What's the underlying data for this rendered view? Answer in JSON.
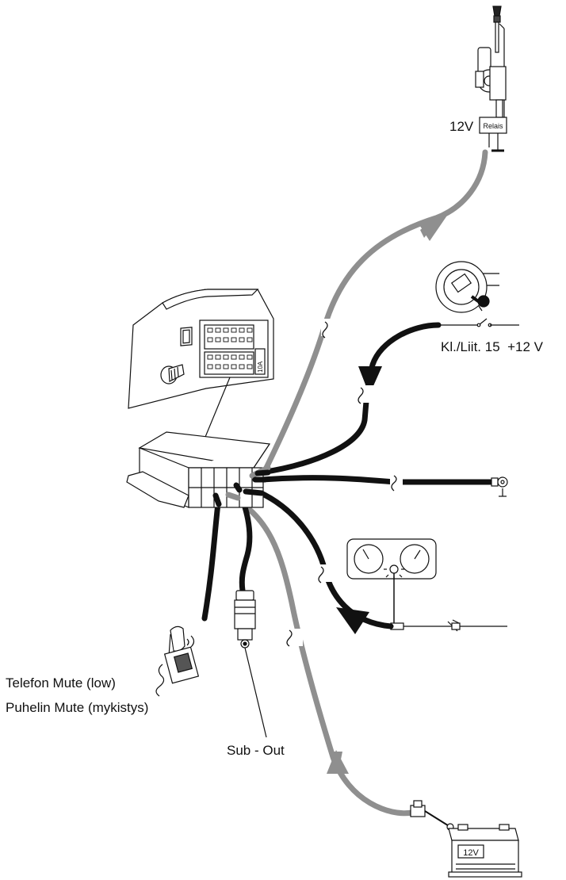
{
  "labels": {
    "antenna_voltage": "12V",
    "antenna_relay": "Relais",
    "ignition": "Kl./Liit. 15  +12 V",
    "phone_mute_de": "Telefon Mute (low)",
    "phone_mute_fi": "Puhelin Mute (mykistys)",
    "sub_out": "Sub - Out",
    "battery_voltage": "12V",
    "fuse_rating": "10A"
  },
  "colors": {
    "black_wire": "#111111",
    "gray_wire": "#8f8f8f",
    "line": "#111111"
  },
  "icons": [
    "power-antenna-icon",
    "ignition-switch-icon",
    "ground-lug-icon",
    "instrument-cluster-icon",
    "telephone-icon",
    "rca-plug-icon",
    "battery-icon",
    "radio-chassis-icon",
    "connector-box-icon"
  ]
}
